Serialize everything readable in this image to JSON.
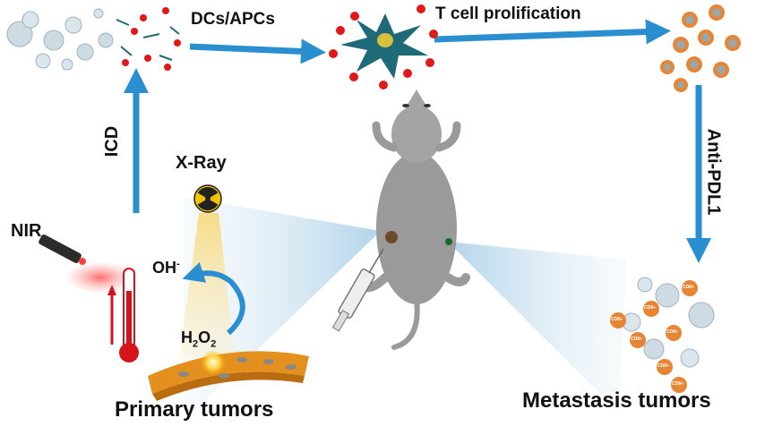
{
  "labels": {
    "dcs_apcs": "DCs/APCs",
    "t_cell": "T cell prolification",
    "anti_pdl1": "Anti-PDL1",
    "icd": "ICD",
    "xray": "X-Ray",
    "nir": "NIR",
    "oh": "OH",
    "oh_sup": "-",
    "h2o2_h": "H",
    "h2o2_sub": "2",
    "h2o2_o": "O",
    "h2o2_sub2": "2",
    "primary": "Primary tumors",
    "metastasis": "Metastasis tumors",
    "cd8": "CD8+"
  },
  "colors": {
    "arrow_blue": "#2a8fd0",
    "red_dot": "#e01818",
    "dc_teal": "#1f6a78",
    "tcell_orange": "#e88535",
    "tcell_core": "#9aa7a6",
    "tumor_gray": "#cfdbe3",
    "mouse_gray": "#9a9a9a",
    "xray_yellow": "#f2c200",
    "thermo_red": "#d4141a",
    "nanosheet_orange": "#e3901f"
  },
  "icons": [
    "tumor-cell-icon",
    "dendritic-cell-icon",
    "t-cell-icon",
    "radiation-icon",
    "thermometer-icon",
    "laser-pointer-icon",
    "syringe-icon",
    "mouse-icon",
    "nanosheet-icon"
  ]
}
